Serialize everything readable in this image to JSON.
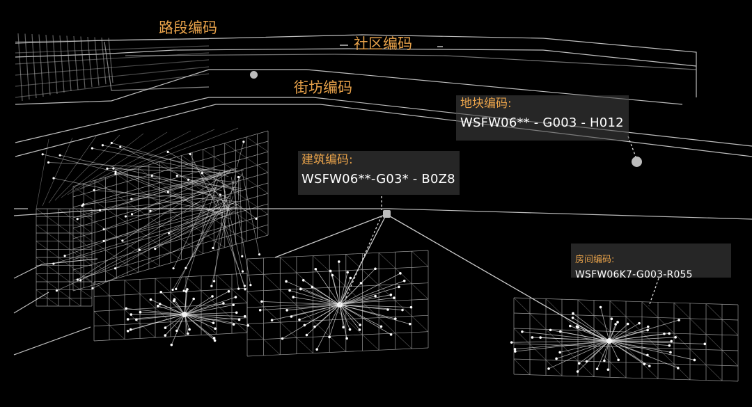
{
  "labels": {
    "road": "路段编码",
    "community": "社区编码",
    "block": "街坊编码"
  },
  "callouts": {
    "parcel": {
      "title": "地块编码:",
      "code": "WSFW06** - G003 - H012"
    },
    "building": {
      "title": "建筑编码:",
      "code": "WSFW06**-G03* - B0Z8"
    },
    "room": {
      "title": "房间编码:",
      "code": "WSFW06K7-G003-R055"
    }
  },
  "colors": {
    "background": "#000000",
    "label": "#e8a24a",
    "code": "#ffffff",
    "wireframe": "#d9d9d9"
  }
}
